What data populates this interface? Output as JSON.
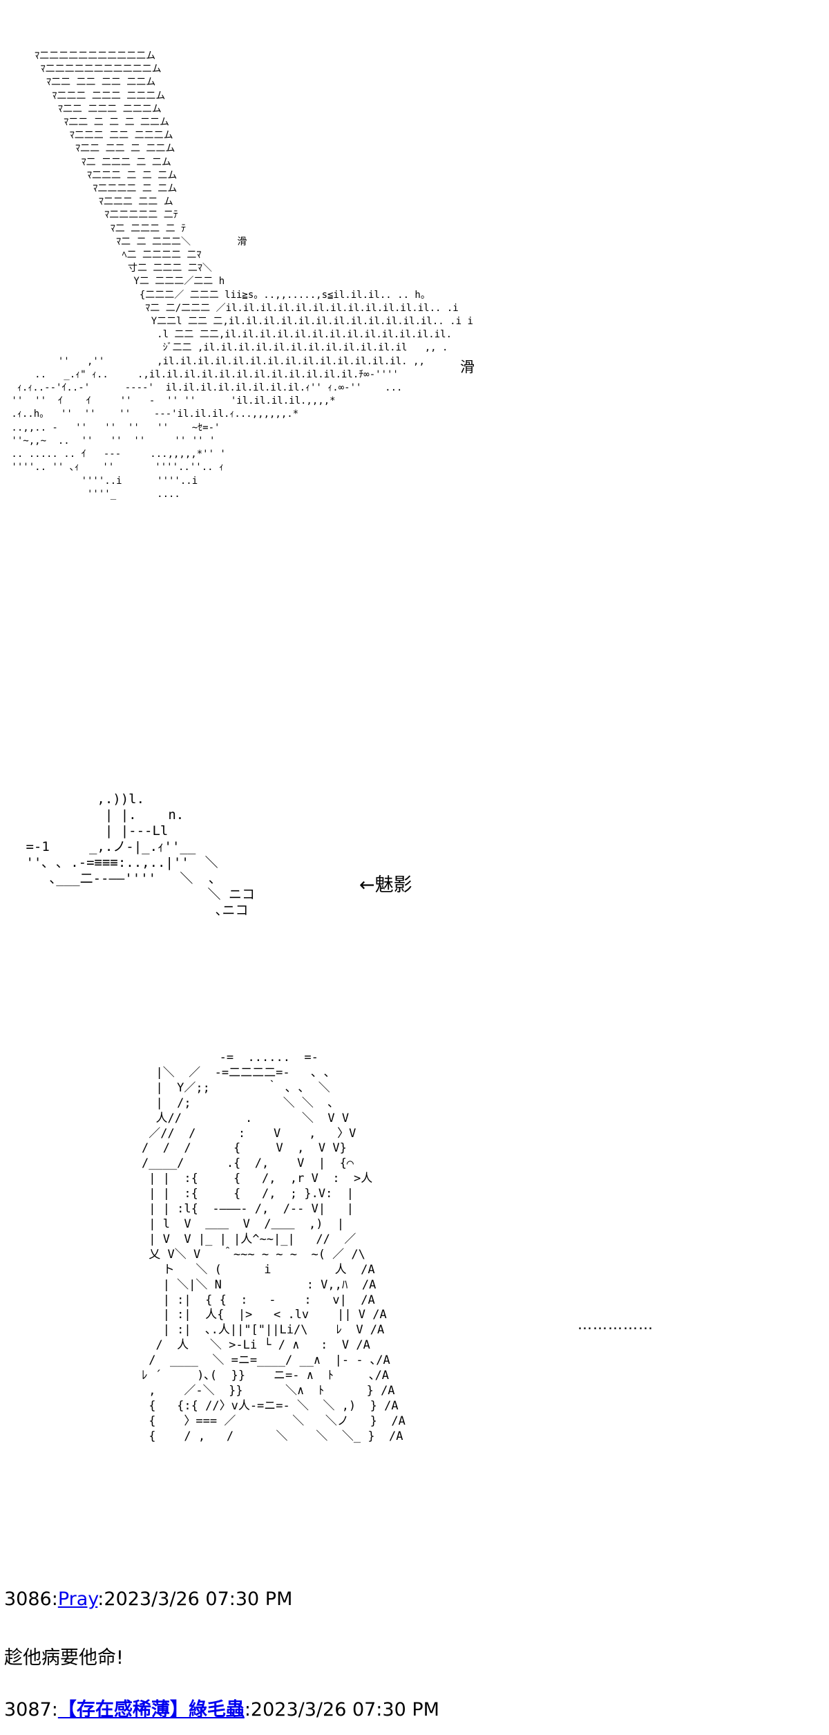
{
  "art": {
    "top": "     ﾏ二二二二二二二二二二二ム\n      ﾏ二二二二二二二二二二二ム\n       ﾏ二二 二二 二二 二二ム\n        ﾏ二二二 二二二 二二二ム\n         ﾏ二二 二二二 二二二ム\n          ﾏ二二 二 二 二 二二ム\n           ﾏ二二二 二二 二二二ム\n            ﾏ二二 二二 二 二二ム\n             ﾏ二 二二二 二 二ム\n              ﾏ二二二 二 二 二ム\n               ﾏ二二二二 二 二ム\n                ﾏ二二二 二二 ム\n                 ﾏ二二二二二 二ﾃ\n                  ﾏ二 二二二 二 ﾃ\n                   ﾏ二 二 二二二＼        滑\n                    ﾍ二 二二二二 二ﾏ\n                     寸二 二二二 二ﾏ＼\n                      Y二 二二二／二二 h\n                       {二二二／ 二二二 lii≧s。..,,.....,s≦il.il.il.. .. h。\n                        ﾏ二 二/二二二 ／il.il.il.il.il.il.il.il.il.il.il.il.. .i\n                         Y二二l 二二 二,il.il.il.il.il.il.il.il.il.il.il.il.. .i i\n                          .l 二二 二二,il.il.il.il.il.il.il.il.il.il.il.il.il.\n                           ｼﾞ二二 ,il.il.il.il.il.il.il.il.il.il.il.il   ,, .\n         ''   ,''         ,il.il.il.il.il.il.il.il.il.il.il.il.il.il. ,,\n     ..   _.ｨ\" ｨ..     .,il.il.il.il.il.il.il.il.il.il.il.il.ﾁ∞-''''\n  ｨ.ｨ..--'ｲ..-'      ----'  il.il.il.il.il.il.il.il.ｨ'' ｨ.∞-''    ...\n ''  ''  ｲ    ｲ     ''   -  '' ''      'il.il.il.il.,,,,*\n .ｨ..h。  ''  ''    ''    ---'il.il.il.ｨ...,,,,,,.*\n ..,,.. -   ''   ''  ''   ''    ~ｾ=-'\n ''~,,~  ..  ''   ''  ''     '' '' '\n .. ..... .. ｲ   ---     ...,,,,,*'' '\n ''''.. '' ､ｨ    ''       ''''..''.. ｨ\n             ''''..i      ''''..i\n              ''''_       ....",
    "mid": "          ,.))l.\n           | |.    n.\n           | |--‐Ll\n =-1     _,.ノ-|_.ｨ''__\n ''､ ､ .-=≡≡≡:..,..|''  ＼\n    ､___二-‐――''''   ＼  ､\n                        ＼ ニコ\n                         ､ニコ",
    "bot": "           -=  ......  =-\n  |＼  ／  -=二二二二=-   ､ ､\n  |  Y／;;        ｀ ､ ､  ＼\n  |  /;             ＼ ＼  ､\n  人//         .       ＼  V V\n ／//  /      :    V    ,   〉V\n/  /  /      {     V  ,  V V}\n/____/      .{  /,    V  |  {⌒\n | |  :{     {   /,  ,r V  :  >人\n | |  :{     {   /,  ; }.V:  |\n | | :l{  ‐―――- /,  /-‐ V|   |\n | l  V  ＿＿  V  /＿＿  ,)  |\n | V  V |_ | |人^~~|_|   //  ／\n 乂 V＼ V   ＾~~~ ~ ~ ~  ~( ／ /\\\n   ト   ＼ (      i         人  /A\n   | ＼|＼ N            : V,,ﾊ  /A\n   | :|  { {  :   -    :   v|  /A\n   | :|  人{  |>   < .lv    || V /A\n   | :|  ､.人||\"[\"||Li/\\    ﾚ  V /A\n  /  人   ＼ >-Li └ / ∧   :  V /A\n /  ____  ＼ =ニ=____/ __∧  |- - ､/A\nﾚ ´     )､(  }}    ニ=- ∧  ﾄ     ､/A\n ,    ／-＼  }}      ＼∧  ﾄ      } /A\n {   {:{ //〉v人-=ニ=- ＼  ＼ ,)  } /A\n {    〉=== ／        ＼   ＼ノ   }  /A\n {    / ,   /      ＼    ＼  ＼_ }  /A"
  },
  "labels": {
    "slip": "滑",
    "phantom": "←魅影",
    "dots": "……………"
  },
  "posts": [
    {
      "number": "3086",
      "sep": ":",
      "author": "Pray",
      "datetime": ":2023/3/26 07:30 PM",
      "body": "趁他病要他命!"
    },
    {
      "number": "3087",
      "sep": ":",
      "author": "【存在感稀薄】綠毛蟲",
      "datetime": ":2023/3/26 07:30 PM"
    }
  ]
}
